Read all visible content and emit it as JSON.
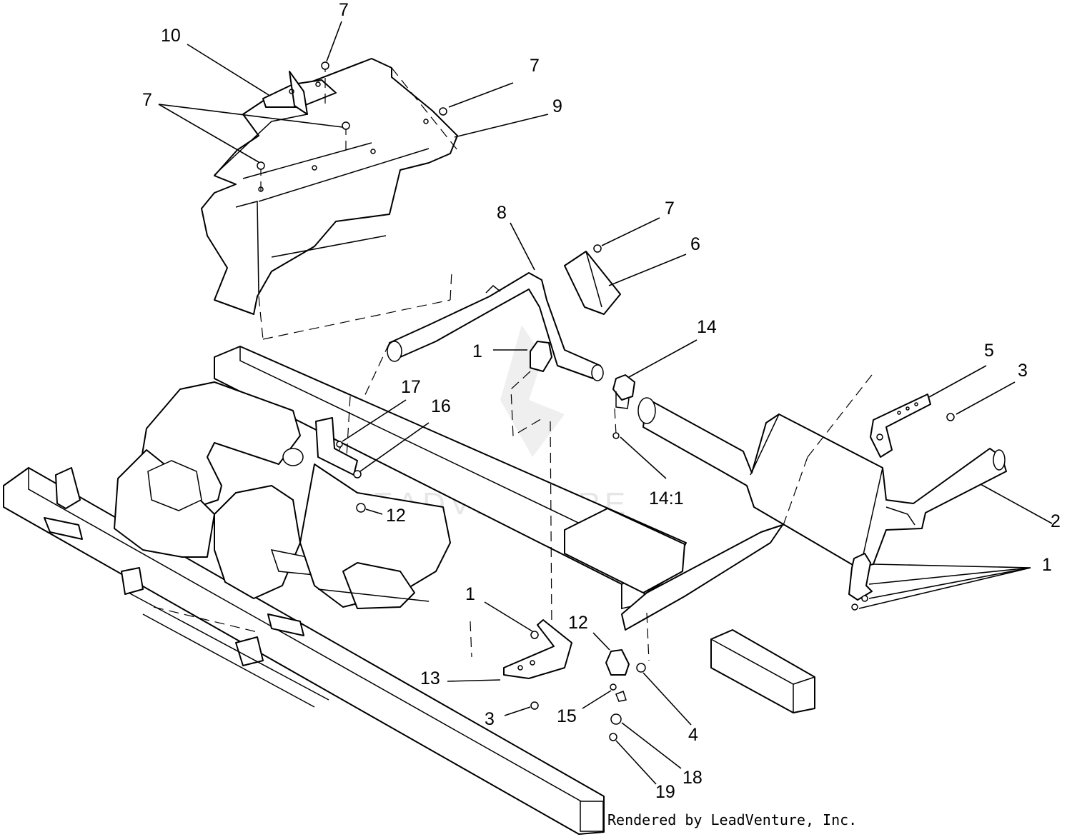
{
  "diagram": {
    "type": "exploded-parts-diagram",
    "watermark": "LEADVENTURE",
    "footer": "Rendered by LeadVenture, Inc.",
    "callouts": [
      {
        "id": "c10",
        "label": "10"
      },
      {
        "id": "c7a",
        "label": "7"
      },
      {
        "id": "c7b",
        "label": "7"
      },
      {
        "id": "c7c",
        "label": "7"
      },
      {
        "id": "c9",
        "label": "9"
      },
      {
        "id": "c8",
        "label": "8"
      },
      {
        "id": "c7d",
        "label": "7"
      },
      {
        "id": "c6",
        "label": "6"
      },
      {
        "id": "c14",
        "label": "14"
      },
      {
        "id": "c1a",
        "label": "1"
      },
      {
        "id": "c17",
        "label": "17"
      },
      {
        "id": "c16",
        "label": "16"
      },
      {
        "id": "c5",
        "label": "5"
      },
      {
        "id": "c3a",
        "label": "3"
      },
      {
        "id": "c14_1",
        "label": "14:1"
      },
      {
        "id": "c12a",
        "label": "12"
      },
      {
        "id": "c2",
        "label": "2"
      },
      {
        "id": "c1b",
        "label": "1"
      },
      {
        "id": "c1c",
        "label": "1"
      },
      {
        "id": "c12b",
        "label": "12"
      },
      {
        "id": "c13",
        "label": "13"
      },
      {
        "id": "c3b",
        "label": "3"
      },
      {
        "id": "c15",
        "label": "15"
      },
      {
        "id": "c4",
        "label": "4"
      },
      {
        "id": "c18",
        "label": "18"
      },
      {
        "id": "c19",
        "label": "19"
      }
    ]
  }
}
